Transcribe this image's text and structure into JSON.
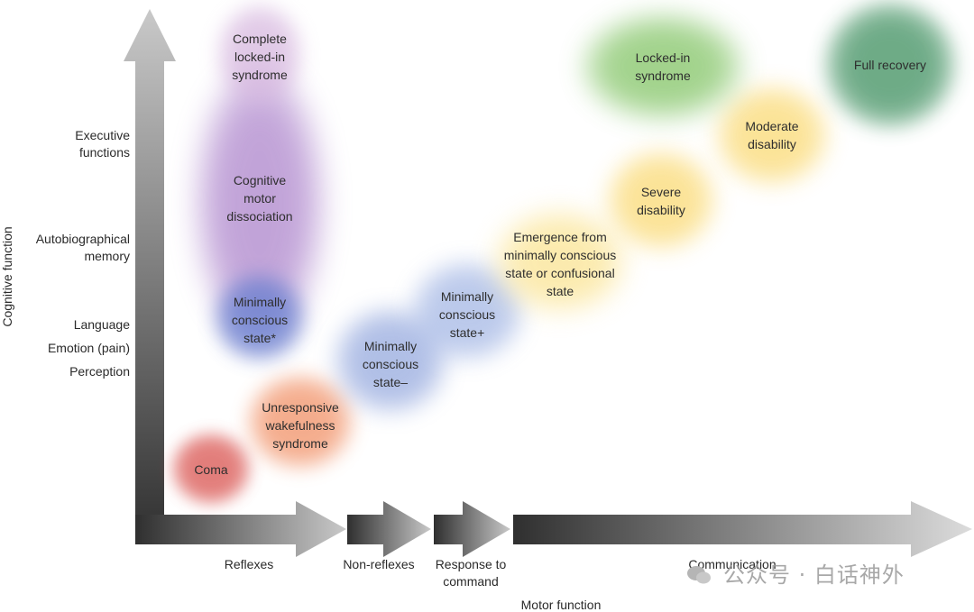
{
  "diagram": {
    "y_axis_title": "Cognitive function",
    "x_axis_title": "Motor function",
    "y_levels": [
      "Executive\nfunctions",
      "Autobiographical\nmemory",
      "Language",
      "Emotion (pain)",
      "Perception"
    ],
    "x_levels": [
      "Reflexes",
      "Non-reflexes",
      "Response to\ncommand",
      "Communication"
    ],
    "states": [
      {
        "label": "Coma",
        "color": "#d9534f"
      },
      {
        "label": "Unresponsive\nwakefulness\nsyndrome",
        "color": "#f08a5d"
      },
      {
        "label": "Minimally\nconscious\nstate–",
        "color": "#8fa4dc"
      },
      {
        "label": "Minimally\nconscious\nstate+",
        "color": "#9fb3e3"
      },
      {
        "label": "Emergence from\nminimally conscious\nstate or confusional\nstate",
        "color": "#fbe7a0"
      },
      {
        "label": "Severe\ndisability",
        "color": "#fbe08c"
      },
      {
        "label": "Moderate\ndisability",
        "color": "#fbe08c"
      },
      {
        "label": "Full recovery",
        "color": "#5fa27a"
      },
      {
        "label": "Locked-in\nsyndrome",
        "color": "#8bc870"
      },
      {
        "label": "Complete\nlocked-in\nsyndrome",
        "color": "#d7b8df"
      },
      {
        "label": "Cognitive\nmotor\ndissociation",
        "color": "#a173c4"
      },
      {
        "label": "Minimally\nconscious\nstate*",
        "color": "#6a7fcf"
      }
    ],
    "watermark": "公众号 · 白话神外"
  }
}
